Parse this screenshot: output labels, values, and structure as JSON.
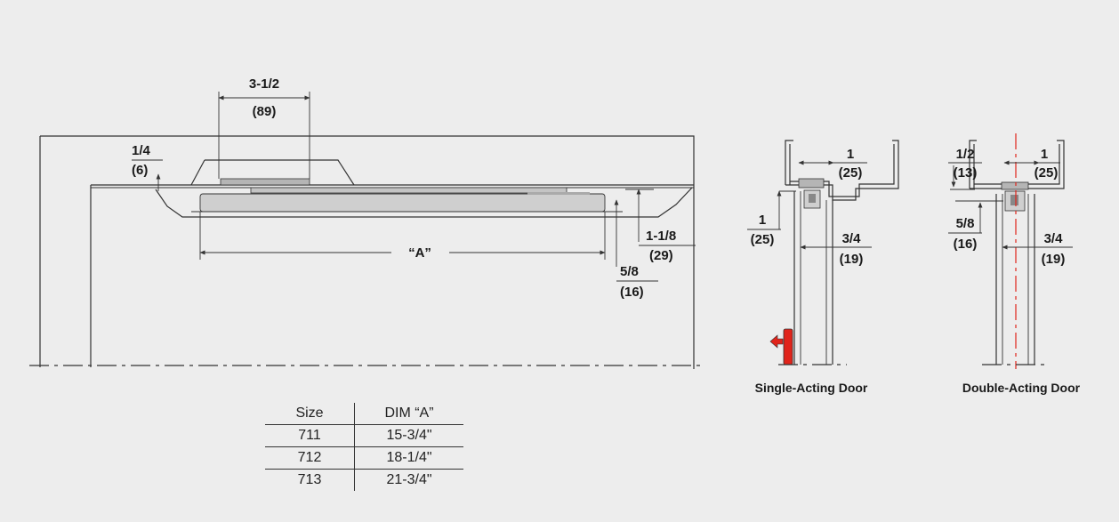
{
  "colors": {
    "background": "#ededed",
    "line": "#333333",
    "closer_body": "#cfcfcf",
    "arm": "#b5b5b5",
    "indicator_red": "#e0241b",
    "centerline_red": "#e0241b"
  },
  "main_view": {
    "labels": {
      "width_frac": "3-1/2",
      "width_mm": "(89)",
      "top_frac": "1/4",
      "top_mm": "(6)",
      "dim_a": "“A”",
      "height_frac": "1-1/8",
      "height_mm": "(29)",
      "drop_frac": "5/8",
      "drop_mm": "(16)"
    }
  },
  "single_acting": {
    "caption": "Single-Acting Door",
    "labels": {
      "frame_frac": "1",
      "frame_mm": "(25)",
      "side_frac": "1",
      "side_mm": "(25)",
      "door_frac": "3/4",
      "door_mm": "(19)"
    },
    "arrow_icon": "arrow-left-icon"
  },
  "double_acting": {
    "caption": "Double-Acting Door",
    "labels": {
      "frame_frac": "1",
      "frame_mm": "(25)",
      "top_frac": "1/2",
      "top_mm": "(13)",
      "side_frac": "5/8",
      "side_mm": "(16)",
      "door_frac": "3/4",
      "door_mm": "(19)"
    }
  },
  "size_table": {
    "headers": [
      "Size",
      "DIM “A”"
    ],
    "rows": [
      [
        "711",
        "15-3/4\""
      ],
      [
        "712",
        "18-1/4\""
      ],
      [
        "713",
        "21-3/4\""
      ]
    ]
  }
}
